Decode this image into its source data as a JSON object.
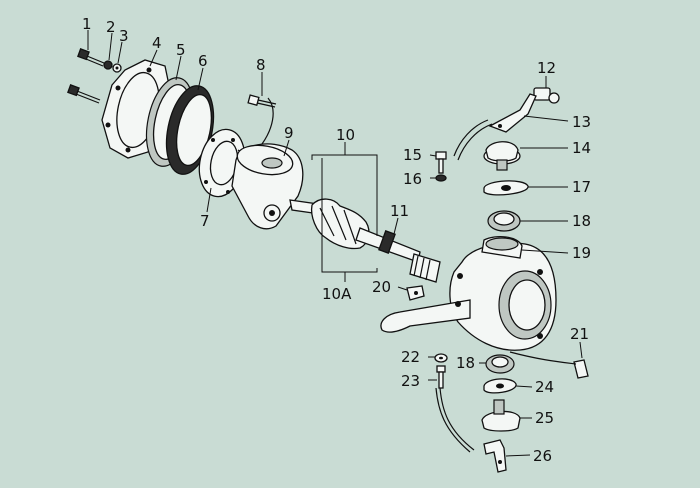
{
  "diagram": {
    "background": "#c9dcd4",
    "line_color": "#111111",
    "callouts": [
      {
        "id": "c1",
        "text": "1"
      },
      {
        "id": "c2",
        "text": "2"
      },
      {
        "id": "c3",
        "text": "3"
      },
      {
        "id": "c4",
        "text": "4"
      },
      {
        "id": "c5",
        "text": "5"
      },
      {
        "id": "c6",
        "text": "6"
      },
      {
        "id": "c7",
        "text": "7"
      },
      {
        "id": "c8",
        "text": "8"
      },
      {
        "id": "c9",
        "text": "9"
      },
      {
        "id": "c10",
        "text": "10"
      },
      {
        "id": "c10a",
        "text": "10A"
      },
      {
        "id": "c11",
        "text": "11"
      },
      {
        "id": "c12",
        "text": "12"
      },
      {
        "id": "c13",
        "text": "13"
      },
      {
        "id": "c14",
        "text": "14"
      },
      {
        "id": "c15",
        "text": "15"
      },
      {
        "id": "c16",
        "text": "16"
      },
      {
        "id": "c17",
        "text": "17"
      },
      {
        "id": "c18a",
        "text": "18"
      },
      {
        "id": "c19",
        "text": "19"
      },
      {
        "id": "c20",
        "text": "20"
      },
      {
        "id": "c21",
        "text": "21"
      },
      {
        "id": "c22",
        "text": "22"
      },
      {
        "id": "c18b",
        "text": "18"
      },
      {
        "id": "c23",
        "text": "23"
      },
      {
        "id": "c24",
        "text": "24"
      },
      {
        "id": "c25",
        "text": "25"
      },
      {
        "id": "c26",
        "text": "26"
      }
    ]
  }
}
